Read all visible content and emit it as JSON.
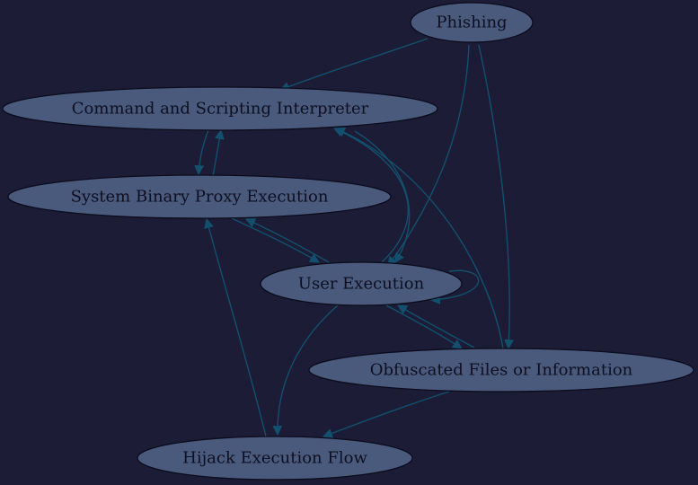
{
  "diagram": {
    "nodes": [
      {
        "id": "phishing",
        "label": "Phishing"
      },
      {
        "id": "csi",
        "label": "Command and Scripting Interpreter"
      },
      {
        "id": "sbpe",
        "label": "System Binary Proxy Execution"
      },
      {
        "id": "ue",
        "label": "User Execution"
      },
      {
        "id": "ofi",
        "label": "Obfuscated Files or Information"
      },
      {
        "id": "hef",
        "label": "Hijack Execution Flow"
      }
    ],
    "edges": [
      {
        "from": "phishing",
        "to": "csi"
      },
      {
        "from": "phishing",
        "to": "ue"
      },
      {
        "from": "phishing",
        "to": "ofi"
      },
      {
        "from": "csi",
        "to": "sbpe"
      },
      {
        "from": "sbpe",
        "to": "csi"
      },
      {
        "from": "sbpe",
        "to": "ue"
      },
      {
        "from": "ue",
        "to": "sbpe"
      },
      {
        "from": "ue",
        "to": "csi"
      },
      {
        "from": "csi",
        "to": "ue"
      },
      {
        "from": "ue",
        "to": "ue"
      },
      {
        "from": "ue",
        "to": "ofi"
      },
      {
        "from": "ofi",
        "to": "ue"
      },
      {
        "from": "ofi",
        "to": "csi"
      },
      {
        "from": "ue",
        "to": "hef"
      },
      {
        "from": "ofi",
        "to": "hef"
      },
      {
        "from": "hef",
        "to": "sbpe"
      }
    ],
    "colors": {
      "background": "#1c1c36",
      "node_fill": "#4a5a7c",
      "node_stroke": "#0b0b1c",
      "edge": "#12506e",
      "label": "#0e0e20"
    }
  }
}
